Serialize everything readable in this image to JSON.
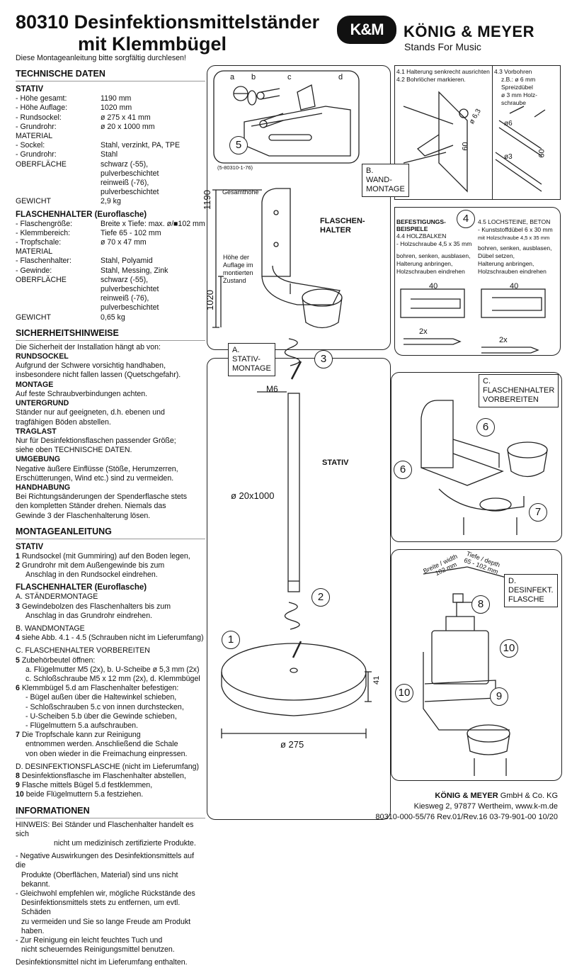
{
  "header": {
    "title_line1": "80310 Desinfektionsmittelständer",
    "title_line2": "mit Klemmbügel",
    "logo": "K&M",
    "brand": "KÖNIG & MEYER",
    "tagline": "Stands For Music"
  },
  "intro": "Diese Montageanleitung bitte sorgfältig durchlesen!",
  "tech": {
    "heading": "TECHNISCHE DATEN",
    "stativ_heading": "STATIV",
    "stativ_rows": [
      {
        "k": "- Höhe gesamt:",
        "v": "1190 mm"
      },
      {
        "k": "- Höhe Auflage:",
        "v": "1020 mm"
      },
      {
        "k": "- Rundsockel:",
        "v": "ø 275 x 41 mm"
      },
      {
        "k": "- Grundrohr:",
        "v": "ø 20 x 1000 mm"
      },
      {
        "k": "MATERIAL",
        "v": ""
      },
      {
        "k": "- Sockel:",
        "v": "Stahl, verzinkt, PA, TPE"
      },
      {
        "k": "- Grundrohr:",
        "v": "Stahl"
      },
      {
        "k": "OBERFLÄCHE",
        "v": "schwarz (-55), pulverbeschichtet"
      },
      {
        "k": "",
        "v": "reinweiß (-76), pulverbeschichtet"
      },
      {
        "k": "GEWICHT",
        "v": "2,9 kg"
      }
    ],
    "fh_heading": "FLASCHENHALTER (Euroflasche)",
    "fh_rows": [
      {
        "k": "- Flaschengröße:",
        "v": "Breite x Tiefe: max. ø/■102 mm"
      },
      {
        "k": "- Klemmbereich:",
        "v": "Tiefe 65 - 102 mm"
      },
      {
        "k": "- Tropfschale:",
        "v": "ø 70 x 47 mm"
      },
      {
        "k": "MATERIAL",
        "v": ""
      },
      {
        "k": "- Flaschenhalter:",
        "v": "Stahl, Polyamid"
      },
      {
        "k": "- Gewinde:",
        "v": "Stahl, Messing, Zink"
      },
      {
        "k": "OBERFLÄCHE",
        "v": "schwarz (-55), pulverbeschichtet"
      },
      {
        "k": "",
        "v": "reinweiß (-76), pulverbeschichtet"
      },
      {
        "k": "GEWICHT",
        "v": "0,65 kg"
      }
    ]
  },
  "safety": {
    "heading": "SICHERHEITSHINWEISE",
    "intro": "Die Sicherheit der Installation hängt ab von:",
    "items": [
      {
        "t": "RUNDSOCKEL",
        "d": [
          "Aufgrund der Schwere vorsichtig handhaben,",
          "insbesondere nicht fallen lassen (Quetschgefahr)."
        ]
      },
      {
        "t": "MONTAGE",
        "d": [
          "Auf feste Schraubverbindungen achten."
        ]
      },
      {
        "t": "UNTERGRUND",
        "d": [
          "Ständer nur auf geeigneten, d.h. ebenen und",
          "tragfähigen Böden abstellen."
        ]
      },
      {
        "t": "TRAGLAST",
        "d": [
          "Nur für Desinfektionsflaschen passender Größe;",
          "siehe oben TECHNISCHE DATEN."
        ]
      },
      {
        "t": "UMGEBUNG",
        "d": [
          "Negative äußere Einflüsse (Stöße, Herumzerren,",
          "Erschütterungen, Wind etc.) sind zu vermeiden."
        ]
      },
      {
        "t": "HANDHABUNG",
        "d": [
          "Bei Richtungsänderungen der Spenderflasche stets",
          "den kompletten Ständer drehen. Niemals das",
          "Gewinde 3 der Flaschenhalterung lösen."
        ]
      }
    ]
  },
  "assembly": {
    "heading": "MONTAGEANLEITUNG",
    "stativ_heading": "STATIV",
    "stativ_lines": [
      "1 Rundsockel (mit Gummiring) auf den Boden legen,",
      "2 Grundrohr mit dem Außengewinde bis zum",
      "Anschlag in den Rundsockel eindrehen."
    ],
    "fh_heading": "FLASCHENHALTER (Euroflasche)",
    "a_heading": "A. STÄNDERMONTAGE",
    "a_lines": [
      "3 Gewindebolzen des Flaschenhalters bis zum",
      "Anschlag in das Grundrohr eindrehen."
    ],
    "b_heading": "B. WANDMONTAGE",
    "b_lines": [
      "4 siehe Abb. 4.1 - 4.5 (Schrauben nicht im Lieferumfang)"
    ],
    "c_heading": "C. FLASCHENHALTER VORBEREITEN",
    "c_lines": [
      "5 Zubehörbeutel öffnen:",
      "a. Flügelmutter M5 (2x), b. U-Scheibe ø 5,3 mm (2x)",
      "c. Schloßschraube M5 x 12 mm (2x), d. Klemmbügel",
      "6 Klemmbügel 5.d am Flaschenhalter befestigen:",
      "- Bügel außen über die Haltewinkel schieben,",
      "- Schloßschrauben 5.c von innen durchstecken,",
      "- U-Scheiben 5.b über die Gewinde schieben,",
      "- Flügelmuttern 5.a aufschrauben.",
      "7 Die Tropfschale kann zur Reinigung",
      "entnommen werden. Anschließend die Schale",
      "von oben wieder in die Freimachung einpressen."
    ],
    "d_heading": "D. DESINFEKTIONSFLASCHE (nicht im Lieferumfang)",
    "d_lines": [
      "8 Desinfektionsflasche im Flaschenhalter abstellen,",
      "9 Flasche mittels Bügel 5.d festklemmen,",
      "10 beide Flügelmuttern 5.a festziehen."
    ]
  },
  "info": {
    "heading": "INFORMATIONEN",
    "lines": [
      "HINWEIS: Bei Ständer und Flaschenhalter handelt es sich",
      "nicht um medizinisch zertifizierte Produkte.",
      "- Negative Auswirkungen des Desinfektionsmittels auf die",
      "Produkte (Oberflächen, Material) sind uns nicht bekannt.",
      "- Gleichwohl empfehlen wir, mögliche Rückstände des",
      "Desinfektionsmittels stets zu entfernen, um evtl. Schäden",
      "zu vermeiden und Sie so lange Freude am Produkt haben.",
      "- Zur Reinigung ein leicht feuchtes Tuch und",
      "nicht scheuerndes Reinigungsmittel benutzen."
    ],
    "closing": "Desinfektionsmittel nicht im Lieferumfang enthalten."
  },
  "figures": {
    "parts_code": "(5-80310-1-76)",
    "part_letters": [
      "a",
      "b",
      "c",
      "d"
    ],
    "step5": "5",
    "fh_label": [
      "FLASCHEN-",
      "HALTER"
    ],
    "gesamthoehe": "Gesamthöhe",
    "dim_1190": "1190",
    "dim_1020": "1020",
    "auflage": [
      "Höhe der",
      "Auflage im",
      "montierten",
      "Zustand"
    ],
    "a_label": [
      "A.",
      "STATIV-",
      "MONTAGE"
    ],
    "step3": "3",
    "m6": "M6",
    "stativ": "STATIV",
    "pipe_dim": "ø 20x1000",
    "step2": "2",
    "step1": "1",
    "dim_41": "41",
    "dim_275": "ø 275",
    "b_label": [
      "B.",
      "WAND-",
      "MONTAGE"
    ],
    "wall_41_42": [
      "4.1 Halterung senkrecht ausrichten",
      "4.2 Bohrlöcher markieren."
    ],
    "wall_43": [
      "4.3 Vorbohren",
      "z.B.: ø 6 mm",
      "Spreizdübel",
      "ø 3 mm Holz-",
      "schraube"
    ],
    "dim_63": "ø 6,3",
    "dim_60": "60",
    "dim_6": "ø6",
    "dim_3": "ø3",
    "befestigung": [
      "BEFESTIGUNGS-",
      "BEISPIELE"
    ],
    "step4": "4",
    "wood": [
      "4.4 HOLZBALKEN",
      "- Holzschraube 4,5 x 35 mm"
    ],
    "wood_steps": [
      "bohren, senken, ausblasen,",
      "Halterung anbringen,",
      "Holzschrauben eindrehen"
    ],
    "stone": [
      "4.5 LOCHSTEINE, BETON",
      "- Kunststoffdübel 6 x 30 mm",
      "mit Holzschraube 4,5 x 35 mm"
    ],
    "stone_steps": [
      "bohren, senken, ausblasen,",
      "Dübel setzen,",
      "Halterung anbringen,",
      "Holzschrauben eindrehen"
    ],
    "dim_40": "40",
    "twox": "2x",
    "c_label": [
      "C.",
      "FLASCHENHALTER",
      "VORBEREITEN"
    ],
    "step6": "6",
    "step7": "7",
    "d_label": [
      "D.",
      "DESINFEKT.",
      "FLASCHE"
    ],
    "breite": [
      "Breite / width",
      "102 mm"
    ],
    "tiefe": [
      "Tiefe / depth",
      "65 - 102 mm"
    ],
    "step8": "8",
    "step9": "9",
    "step10": "10"
  },
  "footer": {
    "company_bold": "KÖNIG & MEYER",
    "company_rest": " GmbH & Co. KG",
    "address": "Kiesweg 2, 97877 Wertheim, www.k-m.de",
    "docno": "80310-000-55/76  Rev.01/Rev.16  03-79-901-00  10/20"
  }
}
